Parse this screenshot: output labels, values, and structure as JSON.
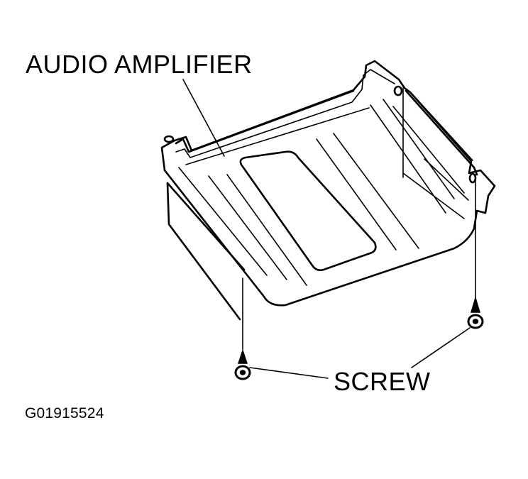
{
  "figure": {
    "labels": {
      "amplifier": "AUDIO AMPLIFIER",
      "screw": "SCREW",
      "figure_id": "G01915524"
    },
    "parts": [
      "audio-amplifier",
      "screw",
      "screw"
    ]
  }
}
